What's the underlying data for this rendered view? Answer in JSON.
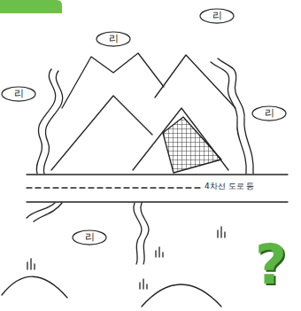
{
  "diagram": {
    "nodes": [
      {
        "text": [
          "리"
        ]
      },
      {
        "text": [
          "리"
        ]
      },
      {
        "text": [
          "리"
        ]
      },
      {
        "text": [
          "리"
        ]
      },
      {
        "text": [
          "리"
        ]
      }
    ],
    "labels": [
      "4차선 도로 등",
      "?"
    ]
  }
}
